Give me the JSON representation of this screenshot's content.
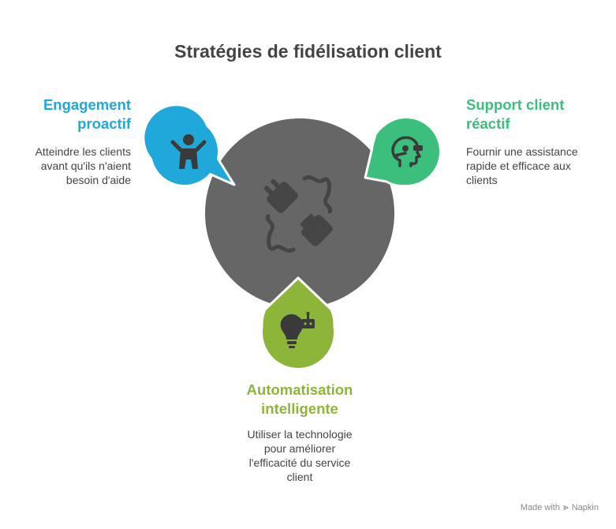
{
  "title": "Stratégies de fidélisation client",
  "items": [
    {
      "heading_line1": "Engagement",
      "heading_line2": "proactif",
      "description_lines": [
        "Atteindre les clients",
        "avant qu'ils n'aient",
        "besoin d'aide"
      ],
      "color": "#1fa8d9",
      "icon": "person-waving-icon"
    },
    {
      "heading_line1": "Support client",
      "heading_line2": "réactif",
      "description_lines": [
        "Fournir une assistance",
        "rapide et efficace aux",
        "clients"
      ],
      "color": "#3cbf7c",
      "icon": "headset-head-icon"
    },
    {
      "heading_line1": "Automatisation",
      "heading_line2": "intelligente",
      "description_lines": [
        "Utiliser la technologie",
        "pour améliorer",
        "l'efficacité du service",
        "client"
      ],
      "color": "#8db53a",
      "icon": "lightbulb-robot-icon"
    }
  ],
  "center_icon": "plug-connection-icon",
  "center_color": "#666666",
  "footer": {
    "text": "Made with",
    "brand": "Napkin"
  }
}
